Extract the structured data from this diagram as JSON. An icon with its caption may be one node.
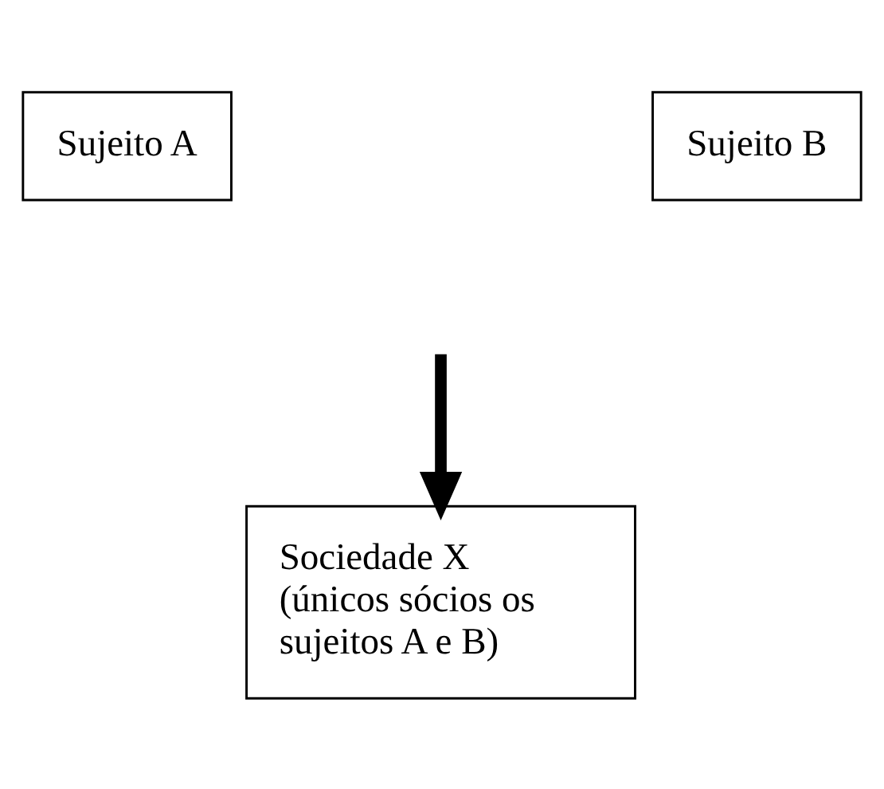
{
  "diagram": {
    "nodes": [
      {
        "text": [
          "Sujeito A"
        ]
      },
      {
        "text": [
          "Sujeito B"
        ]
      },
      {
        "text": [
          "Sociedade X (únicos sócios os sujeitos A e B)"
        ]
      }
    ],
    "edges": [
      {
        "from": null,
        "to": 2,
        "arrow": "to"
      }
    ]
  }
}
